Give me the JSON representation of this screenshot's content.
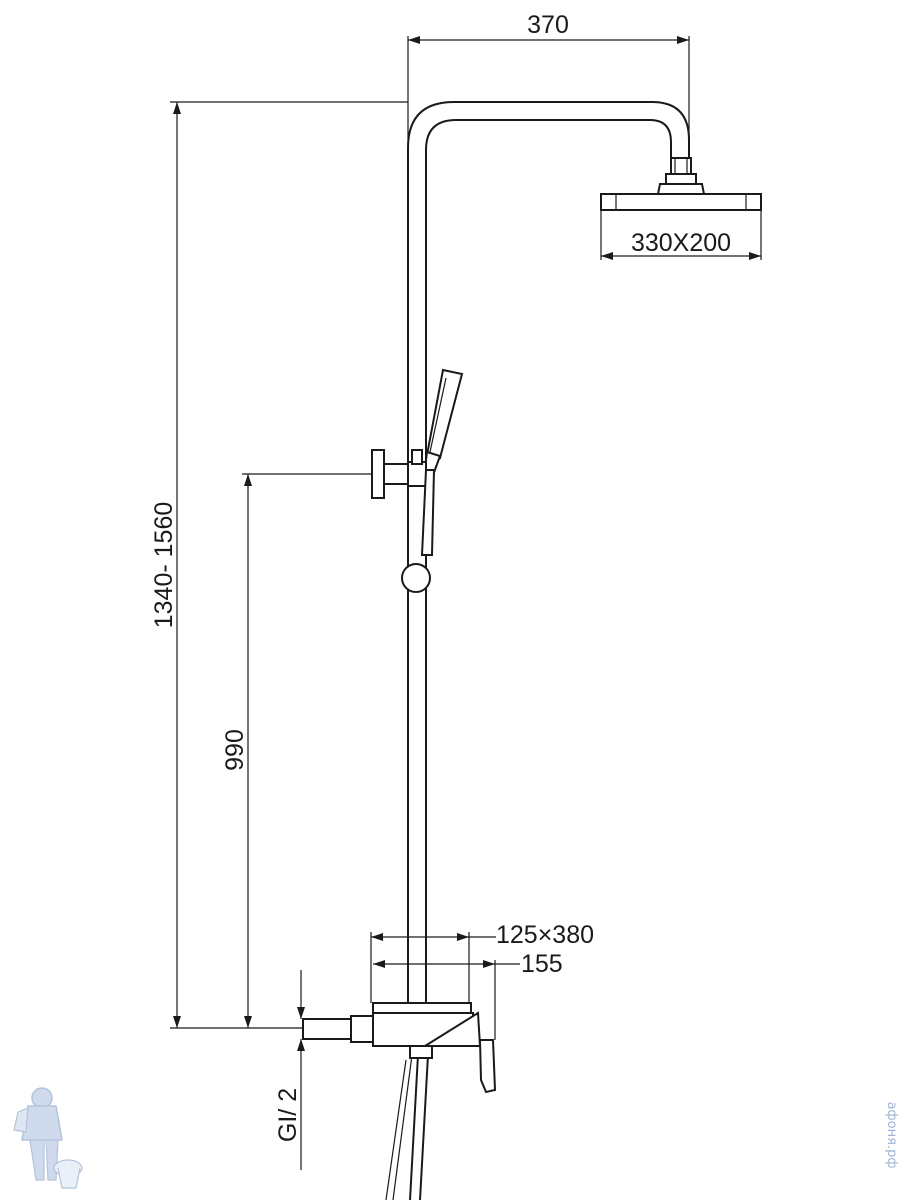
{
  "dimensions": {
    "width_top": "370",
    "head_size": "330X200",
    "total_height": "1340- 1560",
    "mixer_height": "990",
    "plate_size": "125×380",
    "projection": "155",
    "thread": "GІ/ 2"
  },
  "watermark": {
    "text": "афоня.рф",
    "color": "#9fb6d4"
  }
}
